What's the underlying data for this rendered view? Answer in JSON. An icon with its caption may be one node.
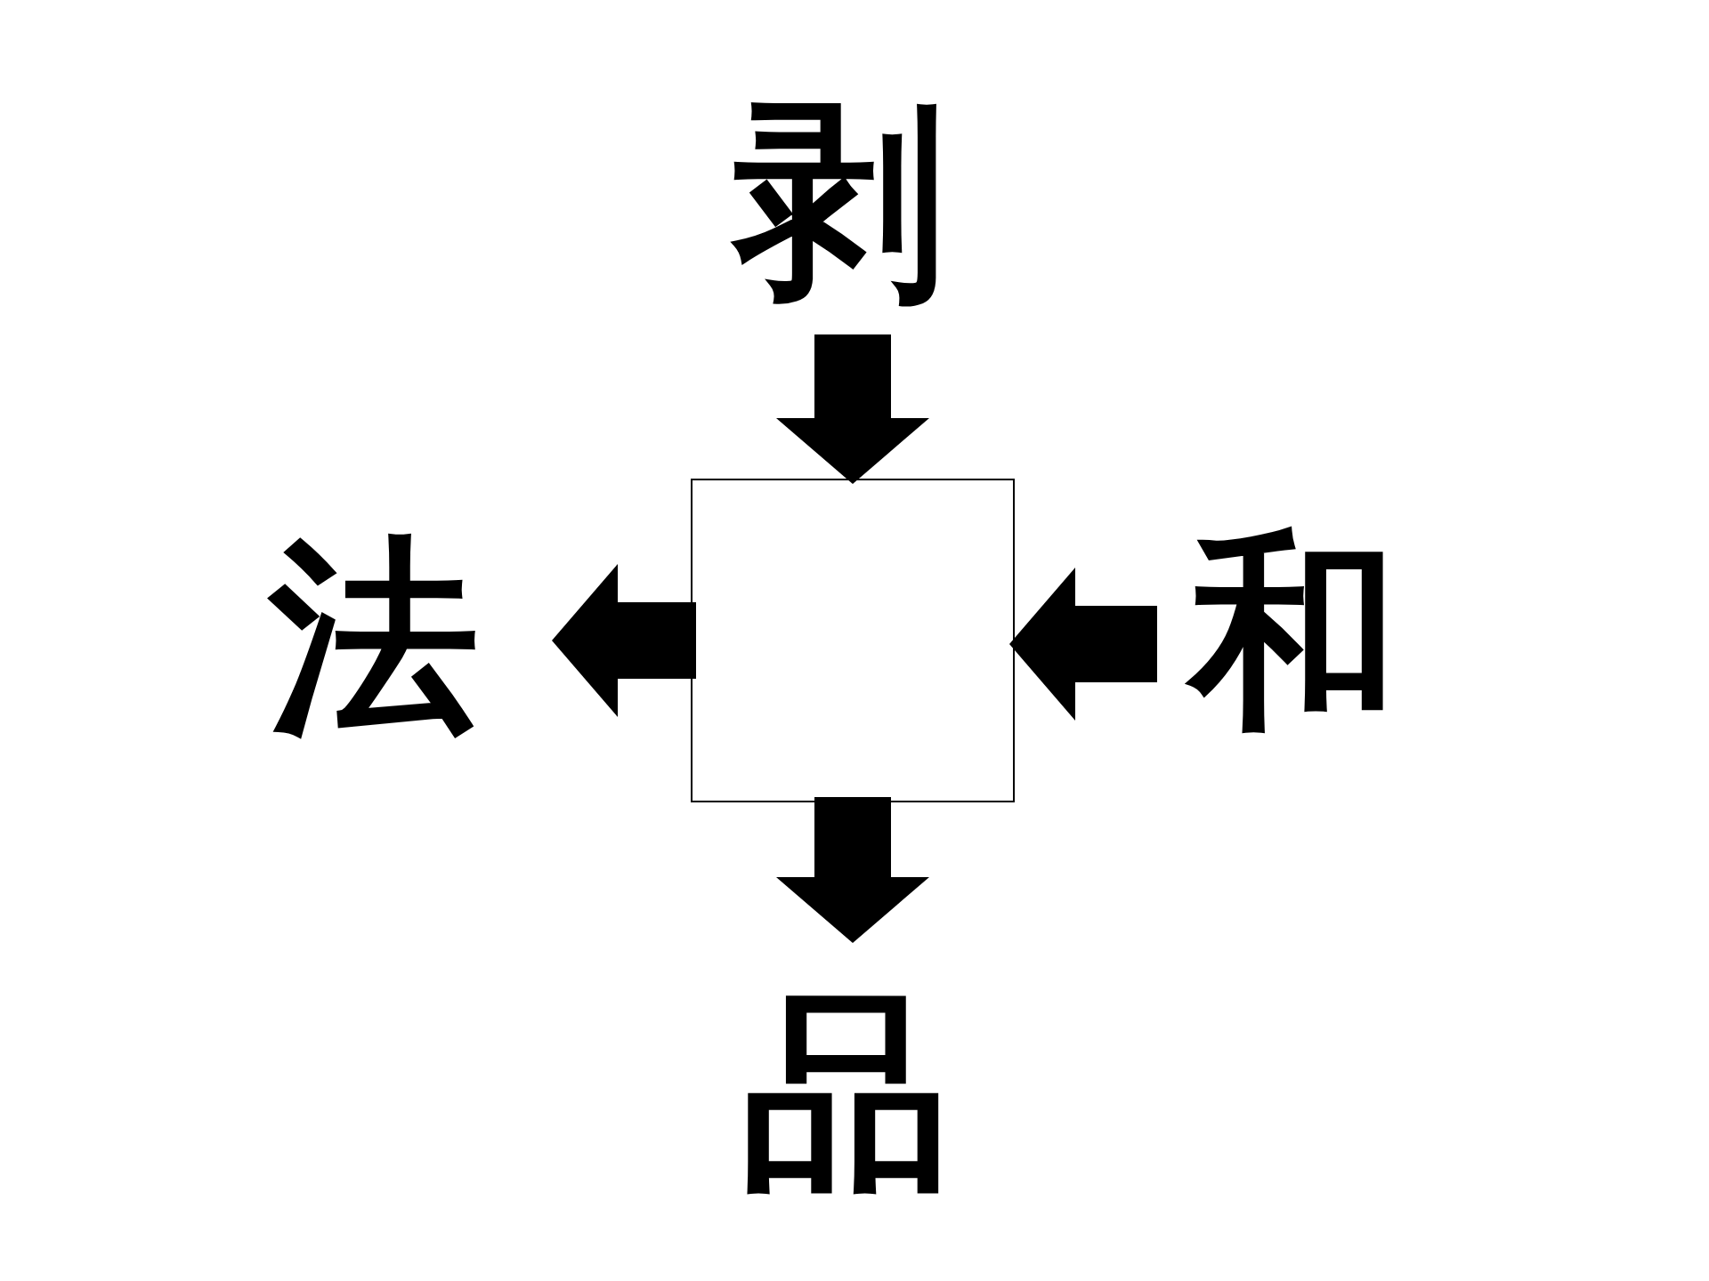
{
  "diagram": {
    "nodes": [
      {
        "text": [
          "剥"
        ]
      },
      {
        "text": [
          "法"
        ]
      },
      {
        "text": [],
        "shape": "box"
      },
      {
        "text": [
          "和"
        ]
      },
      {
        "text": [
          "品"
        ]
      }
    ],
    "edges": [
      {
        "from": 0,
        "to": 2,
        "arrow": "to"
      },
      {
        "from": 2,
        "to": 1,
        "arrow": "to"
      },
      {
        "from": 3,
        "to": 2,
        "arrow": "to"
      },
      {
        "from": 2,
        "to": 4,
        "arrow": "to"
      }
    ]
  }
}
